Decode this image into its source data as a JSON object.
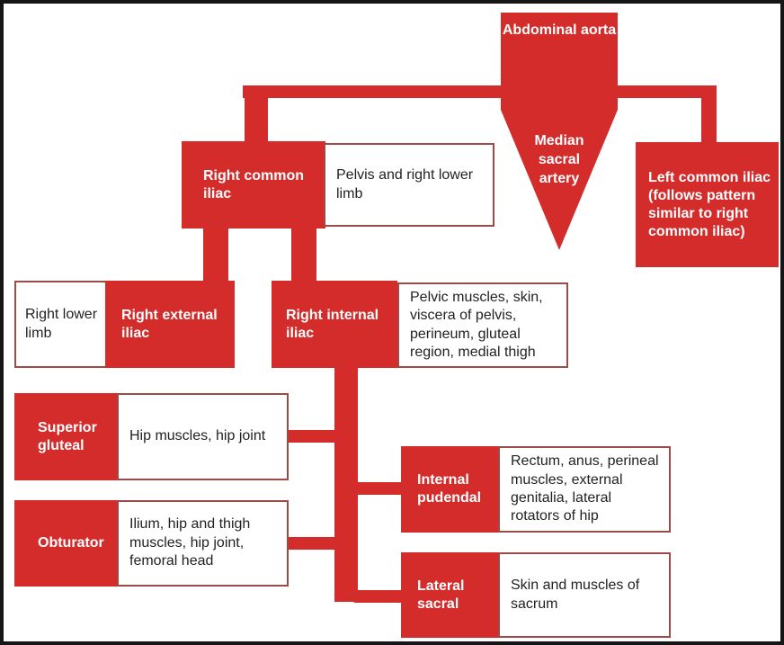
{
  "colors": {
    "artery_red": "#d32c2b",
    "white_box_border": "#9c4b46",
    "dark_text": "#231f20",
    "white_text": "#ffffff",
    "frame": "#161616"
  },
  "nodes": {
    "abdominal_aorta": {
      "label": "Abdominal aorta"
    },
    "median_sacral_artery": {
      "label": "Median sacral artery"
    },
    "right_common_iliac": {
      "label": "Right common iliac",
      "supplies": "Pelvis and right lower limb"
    },
    "left_common_iliac": {
      "label": "Left common iliac",
      "note": "(follows pattern similar to right common iliac)"
    },
    "right_external_iliac": {
      "label": "Right external iliac",
      "supplies": "Right lower limb"
    },
    "right_internal_iliac": {
      "label": "Right internal iliac",
      "supplies": "Pelvic muscles, skin, viscera of pelvis, perineum, gluteal region, medial thigh"
    },
    "superior_gluteal": {
      "label": "Superior gluteal",
      "supplies": "Hip muscles, hip joint"
    },
    "obturator": {
      "label": "Obturator",
      "supplies": "Ilium, hip and thigh muscles, hip joint, femoral head"
    },
    "internal_pudendal": {
      "label": "Internal pudendal",
      "supplies": "Rectum, anus, perineal muscles, external genitalia, lateral rotators of hip"
    },
    "lateral_sacral": {
      "label": "Lateral sacral",
      "supplies": "Skin and muscles of sacrum"
    }
  }
}
